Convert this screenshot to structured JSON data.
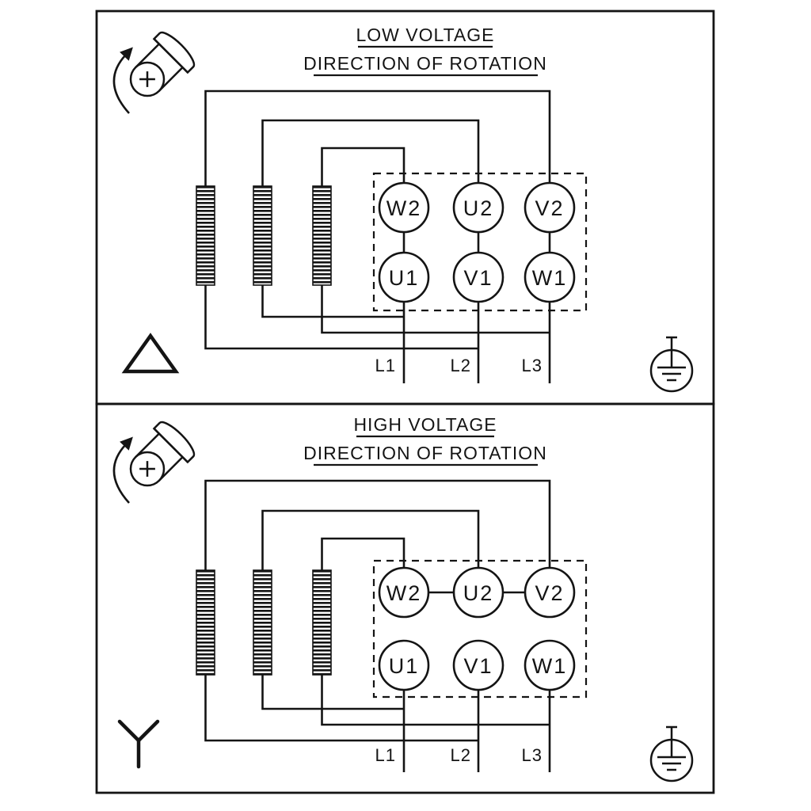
{
  "app": {
    "background": "#ffffff",
    "line_color": "#141414"
  },
  "panels": [
    {
      "id": "low-voltage",
      "title": "LOW VOLTAGE",
      "subtitle": "DIRECTION OF ROTATION",
      "connection_icon": "delta-symbol",
      "rotation_icon": "shaft-rotation-icon",
      "ground_icon": "earth-ground-icon",
      "terminals": {
        "top_row": [
          "W2",
          "U2",
          "V2"
        ],
        "bottom_row": [
          "U1",
          "V1",
          "W1"
        ]
      },
      "supply_lines": [
        "L1",
        "L2",
        "L3"
      ]
    },
    {
      "id": "high-voltage",
      "title": "HIGH VOLTAGE",
      "subtitle": "DIRECTION OF ROTATION",
      "connection_icon": "star-symbol",
      "rotation_icon": "shaft-rotation-icon",
      "ground_icon": "earth-ground-icon",
      "terminals": {
        "top_row": [
          "W2",
          "U2",
          "V2"
        ],
        "bottom_row": [
          "U1",
          "V1",
          "W1"
        ]
      },
      "supply_lines": [
        "L1",
        "L2",
        "L3"
      ]
    }
  ]
}
